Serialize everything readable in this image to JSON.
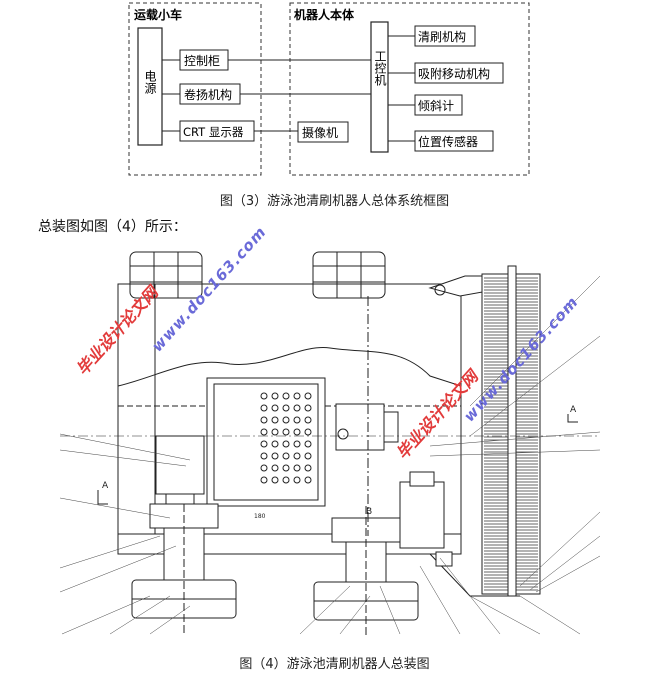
{
  "diagram1": {
    "left_group_label": "运载小车",
    "right_group_label": "机器人本体",
    "power_label": "电源",
    "control_cabinet": "控制柜",
    "winch": "卷扬机构",
    "crt_display": "CRT 显示器",
    "camera": "摄像机",
    "ipc_label": "工控机",
    "outputs": [
      "清刷机构",
      "吸附移动机构",
      "倾斜计",
      "位置传感器"
    ]
  },
  "caption1": "图（3）游泳池清刷机器人总体系统框图",
  "body_text": "总装图如图（4）所示：",
  "diagram2": {
    "section_mark": "A",
    "center_mark": "B",
    "dim_label": "180"
  },
  "watermark": {
    "cn": "毕业设计论文网",
    "url": "www.doc163.com"
  },
  "caption2": "图（4）游泳池清刷机器人总装图"
}
